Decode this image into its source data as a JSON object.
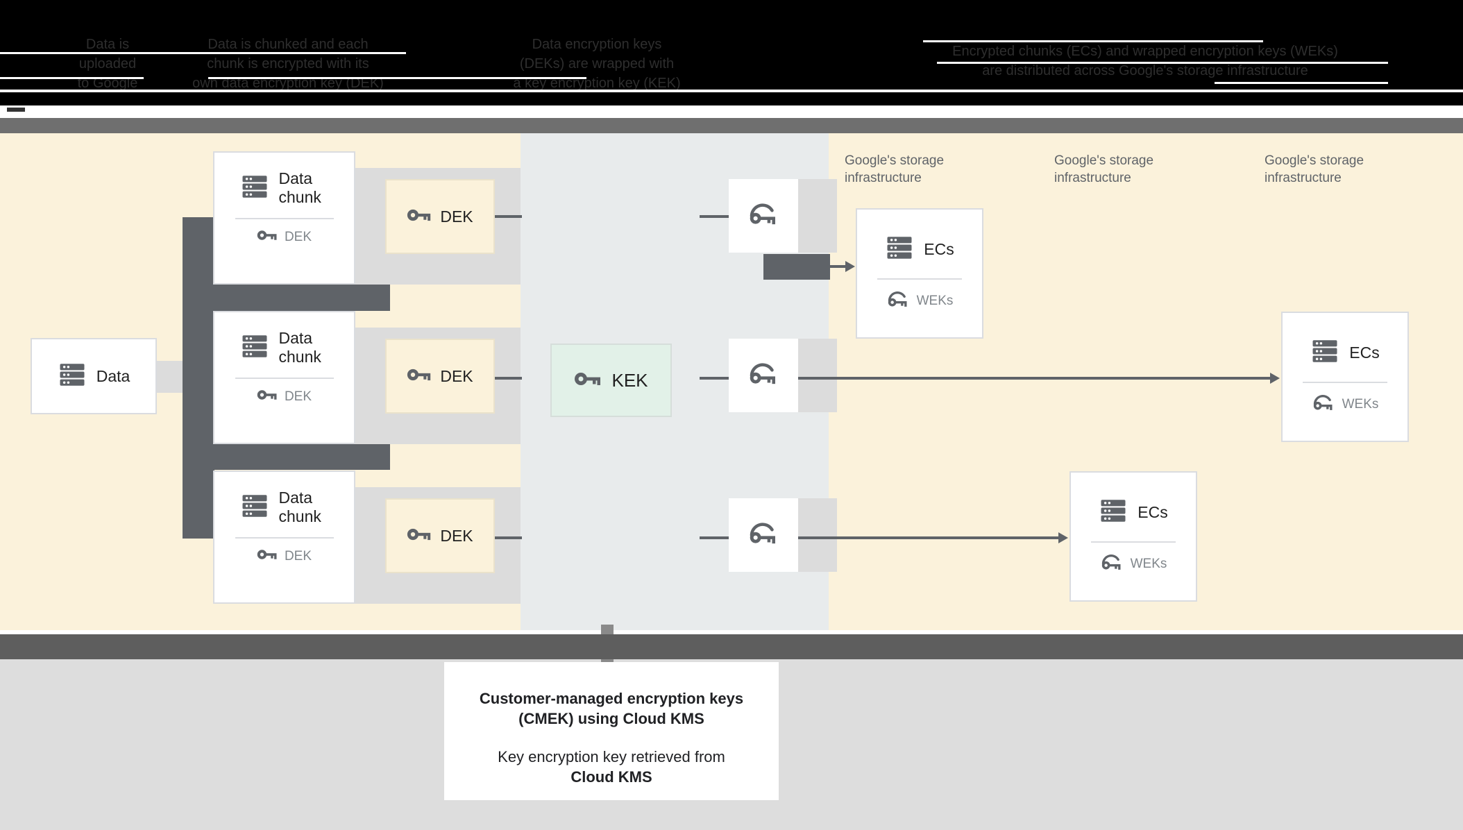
{
  "header": {
    "steps": [
      {
        "lines": [
          "Data is",
          "uploaded",
          "to Google"
        ]
      },
      {
        "lines": [
          "Data is chunked and each",
          "chunk is encrypted with its",
          "own data encryption key (DEK)"
        ]
      },
      {
        "lines": [
          "Data encryption keys",
          "(DEKs) are wrapped with",
          "a key encryption key (KEK)"
        ]
      },
      {
        "lines": [
          "Encrypted chunks (ECs) and wrapped encryption keys (WEKs)",
          "are distributed across Google's storage infrastructure"
        ]
      }
    ]
  },
  "diagram": {
    "data_box": {
      "label": "Data"
    },
    "chunks": [
      {
        "title": "Data chunk",
        "key_label": "DEK"
      },
      {
        "title": "Data chunk",
        "key_label": "DEK"
      },
      {
        "title": "Data chunk",
        "key_label": "DEK"
      }
    ],
    "deks": [
      "DEK",
      "DEK",
      "DEK"
    ],
    "kek": {
      "label": "KEK"
    },
    "storage_labels": [
      {
        "line1": "Google's storage",
        "line2": "infrastructure"
      },
      {
        "line1": "Google's storage",
        "line2": "infrastructure"
      },
      {
        "line1": "Google's storage",
        "line2": "infrastructure"
      }
    ],
    "ecs": [
      {
        "title": "ECs",
        "key_label": "WEKs"
      },
      {
        "title": "ECs",
        "key_label": "WEKs"
      },
      {
        "title": "ECs",
        "key_label": "WEKs"
      }
    ]
  },
  "caption": {
    "line1": "Customer-managed encryption keys",
    "line2": "(CMEK) using Cloud KMS",
    "line3": "Key encryption key retrieved from",
    "line4": "Cloud KMS"
  },
  "colors": {
    "cream_background": "#FBF2DB",
    "kms_panel": "#E8EBEC",
    "dark_gray": "#5F6368",
    "light_gray_band": "#DCDCDC",
    "kek_green": "#E2F1E8",
    "header_black": "#000000",
    "caption_band": "#5E5E5E"
  }
}
